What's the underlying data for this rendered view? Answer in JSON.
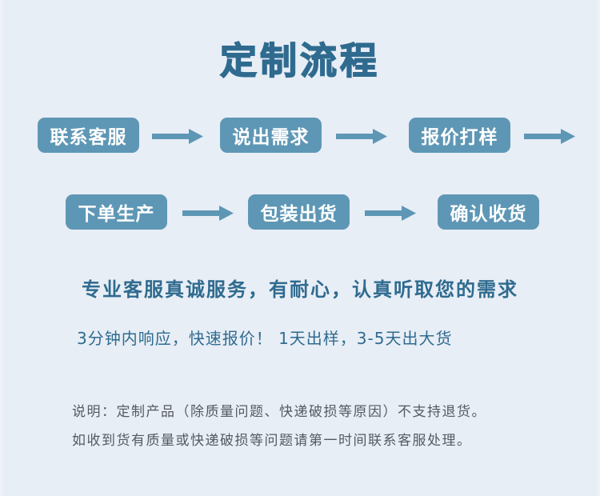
{
  "title": "定制流程",
  "colors": {
    "background": "#e8eef6",
    "step_box": "#5e97b5",
    "step_text": "#ffffff",
    "accent_text": "#2f6b8f",
    "note_text": "#555a60",
    "arrow": "#5e97b5"
  },
  "flow": {
    "row1": [
      {
        "label": "联系客服"
      },
      {
        "label": "说出需求"
      },
      {
        "label": "报价打样"
      }
    ],
    "row2": [
      {
        "label": "下单生产"
      },
      {
        "label": "包装出货"
      },
      {
        "label": "确认收货"
      }
    ],
    "arrow_icon": "right-arrow-icon"
  },
  "headline": "专业客服真诚服务，有耐心，认真听取您的需求",
  "subline": "3分钟内响应，快速报价！ 1天出样，3-5天出大货",
  "notes": [
    "说明：定制产品（除质量问题、快递破损等原因）不支持退货。",
    "如收到货有质量或快递破损等问题请第一时间联系客服处理。"
  ]
}
